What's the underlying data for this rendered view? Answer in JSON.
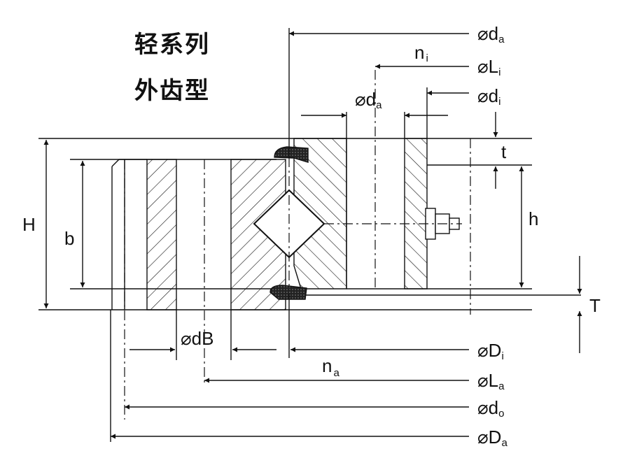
{
  "title": {
    "line1": "轻系列",
    "line2": "外齿型"
  },
  "labels": {
    "da_top": "da",
    "ni": "n",
    "ni_sub": "i",
    "Li": "L",
    "Li_sub": "i",
    "da_mid": "d",
    "da_mid_sub": "a",
    "di": "d",
    "di_sub": "i",
    "t": "t",
    "H": "H",
    "b": "b",
    "h": "h",
    "T": "T",
    "dB": "dB",
    "Di": "D",
    "Di_sub": "i",
    "na": "n",
    "na_sub": "a",
    "La": "L",
    "La_sub": "a",
    "do": "d",
    "do_sub": "o",
    "Da": "D",
    "Da_sub": "a",
    "diameter_symbol": "⌀"
  },
  "colors": {
    "ink": "#111111",
    "background": "#ffffff"
  }
}
